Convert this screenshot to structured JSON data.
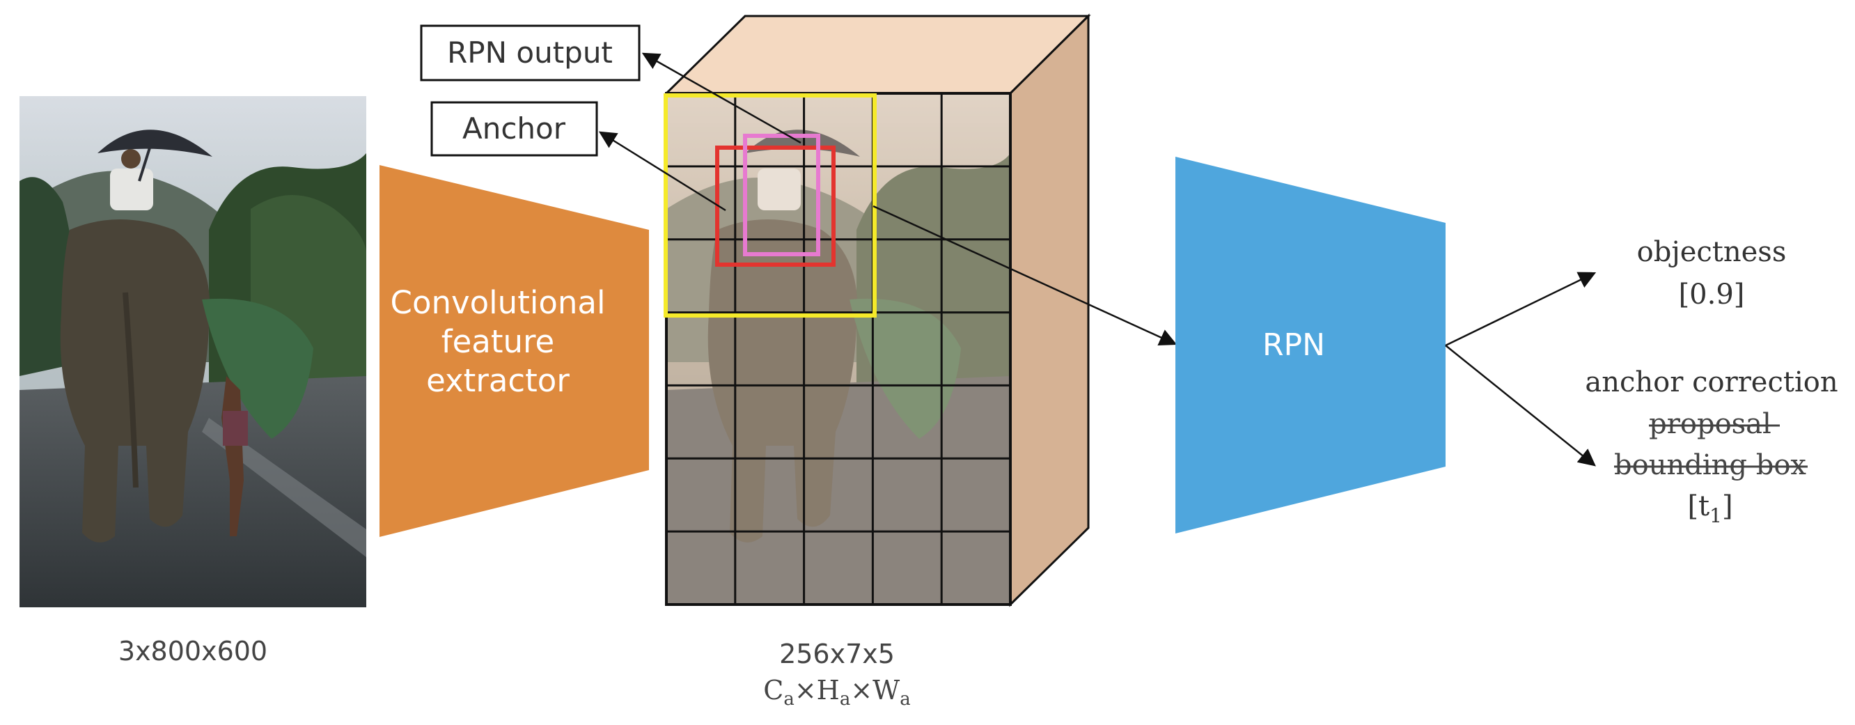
{
  "input_image": {
    "dimension_label": "3x800x600"
  },
  "extractor": {
    "label_lines": [
      "Convolutional",
      "feature",
      "extractor"
    ],
    "color": "#de8a3e"
  },
  "feature_map": {
    "dimension_label": "256x7x5",
    "formula": {
      "c": "C",
      "c_sub": "a",
      "times1": "×",
      "h": "H",
      "h_sub": "a",
      "times2": "×",
      "w": "W",
      "w_sub": "a"
    },
    "grid_rows": 7,
    "grid_cols": 5,
    "box_front_color": "#efd8c2",
    "box_side_color": "#d6b294",
    "box_top_color": "#f4d9c1"
  },
  "callouts": {
    "rpn_output": "RPN output",
    "anchor": "Anchor"
  },
  "boxes": {
    "yellow": "#f5ea2a",
    "red": "#e3342f",
    "pink": "#e77ad0"
  },
  "rpn": {
    "label": "RPN",
    "color": "#4fa6dd"
  },
  "outputs": {
    "objectness": {
      "title": "objectness",
      "value": "[0.9]"
    },
    "correction": {
      "title": "anchor correction",
      "struck_line1": "proposal",
      "struck_line2": "bounding box",
      "value_open": "[t",
      "value_sub": "1",
      "value_close": "]"
    }
  }
}
